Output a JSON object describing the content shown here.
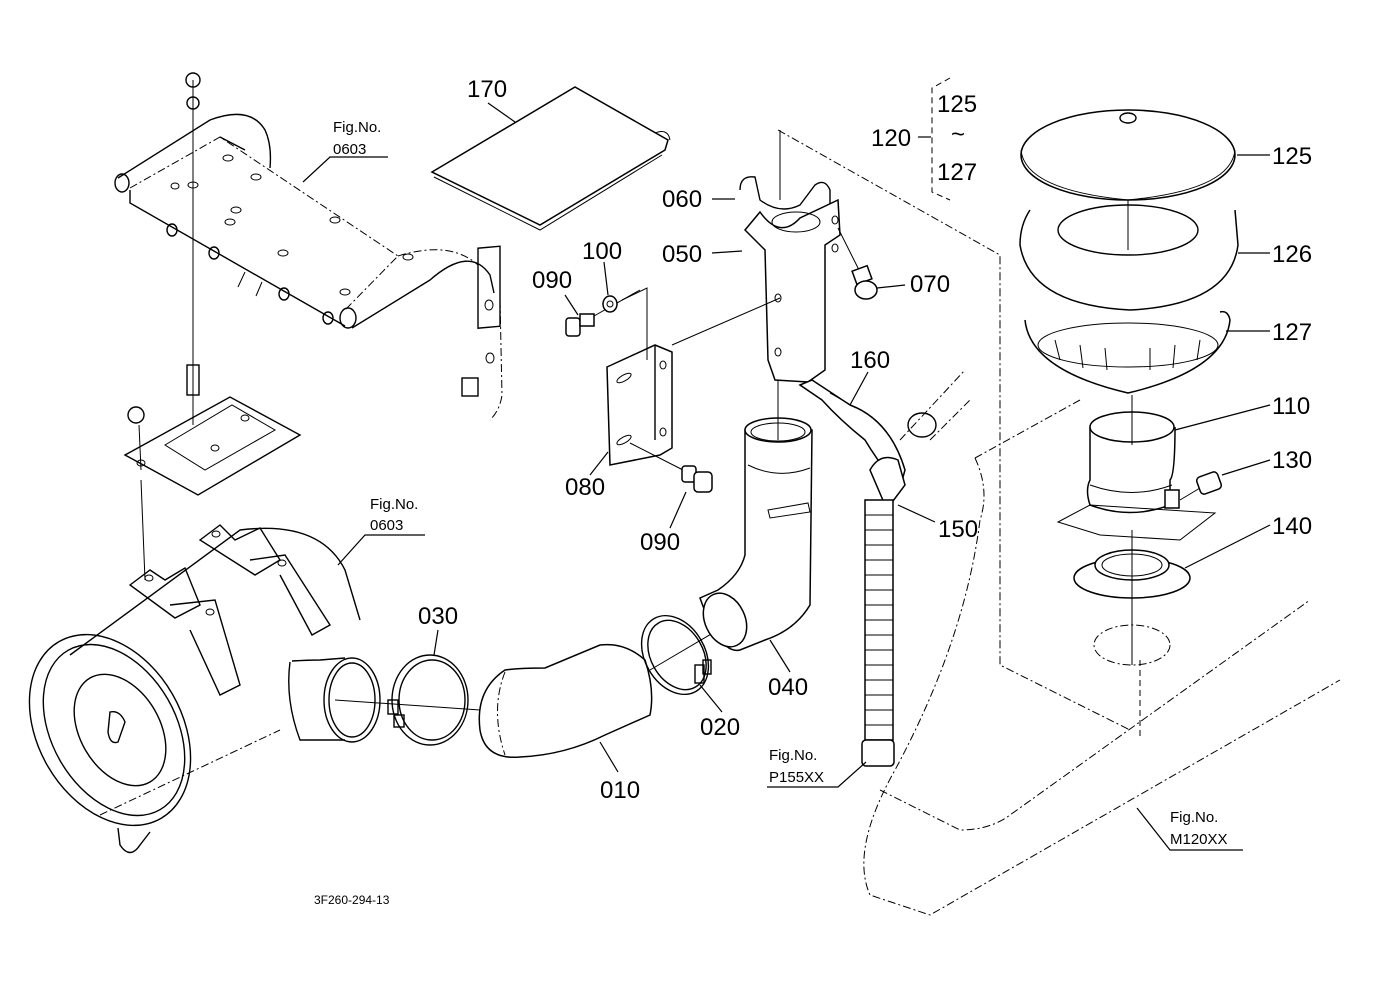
{
  "drawing": {
    "title": "Air cleaner assembly parts diagram",
    "drawing_code": "3F260-294-13",
    "callouts": {
      "p010": "010",
      "p020": "020",
      "p030": "030",
      "p040": "040",
      "p050": "050",
      "p060": "060",
      "p070": "070",
      "p080": "080",
      "p090a": "090",
      "p090b": "090",
      "p100": "100",
      "p110": "110",
      "p120": "120",
      "p120_range_start": "125",
      "p120_range_sep": "~",
      "p120_range_end": "127",
      "p125": "125",
      "p126": "126",
      "p127": "127",
      "p130": "130",
      "p140": "140",
      "p150": "150",
      "p160": "160",
      "p170": "170"
    },
    "figure_refs": [
      {
        "label": "Fig.No.",
        "number": "0603"
      },
      {
        "label": "Fig.No.",
        "number": "0603"
      },
      {
        "label": "Fig.No.",
        "number": "P155XX"
      },
      {
        "label": "Fig.No.",
        "number": "M120XX"
      }
    ]
  }
}
